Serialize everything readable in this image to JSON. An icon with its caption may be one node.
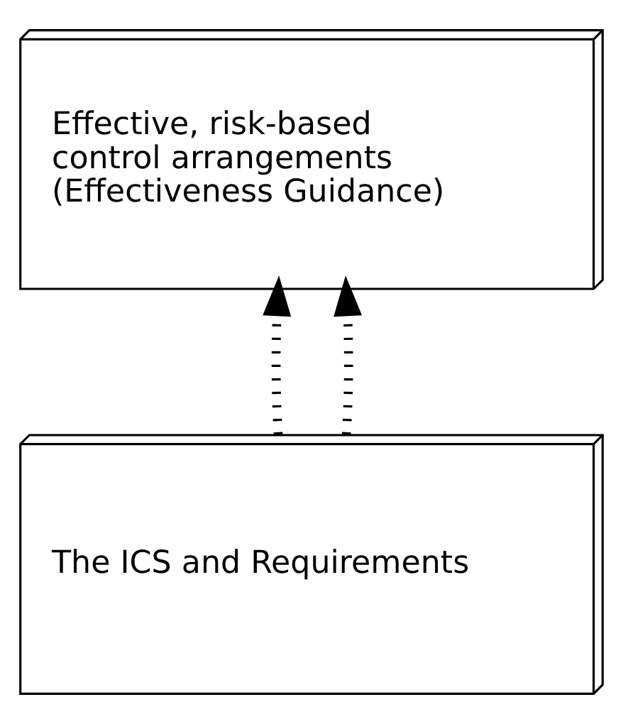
{
  "diagram": {
    "nodes": [
      {
        "text": [
          "Effective, risk-based control arrangements (Effectiveness Guidance)"
        ]
      },
      {
        "text": [
          "The ICS and Requirements"
        ]
      }
    ],
    "edges": [
      {
        "from": 1,
        "to": 0,
        "arrow": "to",
        "style": "dashed"
      },
      {
        "from": 1,
        "to": 0,
        "arrow": "to",
        "style": "dashed"
      }
    ]
  }
}
